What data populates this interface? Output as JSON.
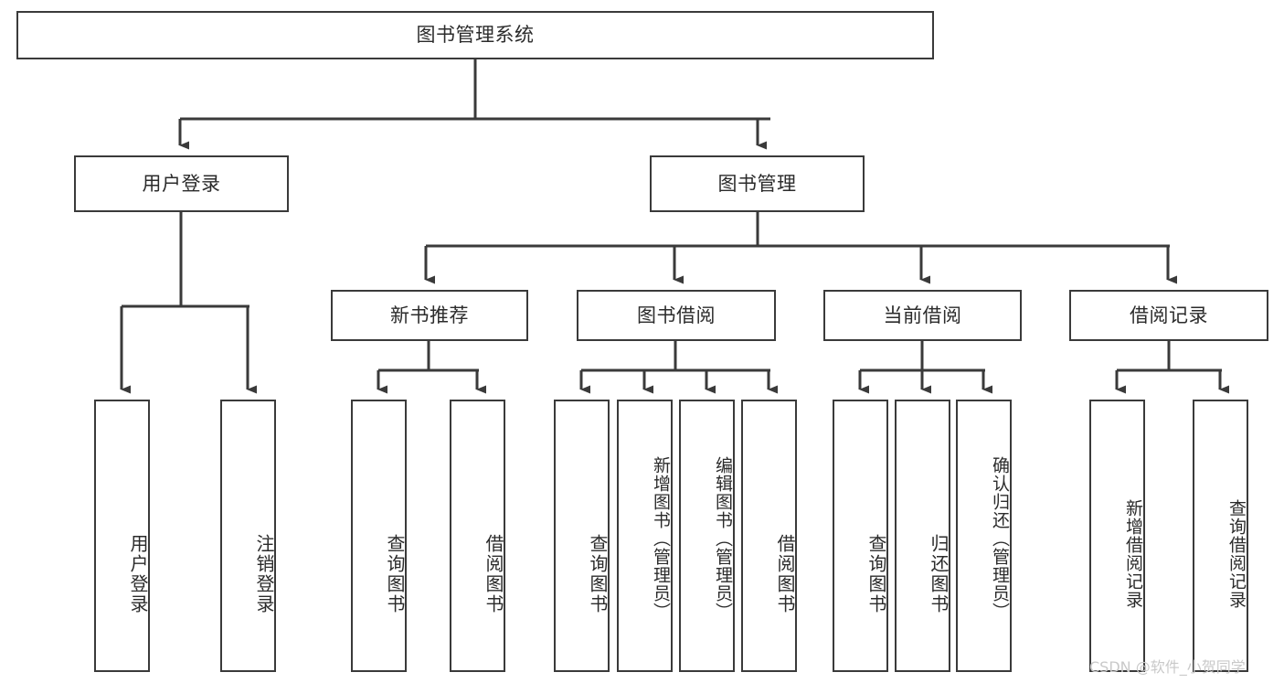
{
  "diagram": {
    "type": "tree-hierarchy-chart",
    "title": "图书管理系统",
    "stroke_color": "#3a3a3a",
    "background_color": "#ffffff",
    "text_color": "#2b2b2b",
    "levels": {
      "root": {
        "label": "图书管理系统"
      },
      "level2": [
        {
          "label": "用户登录"
        },
        {
          "label": "图书管理"
        }
      ],
      "level3": [
        {
          "label": "新书推荐"
        },
        {
          "label": "图书借阅"
        },
        {
          "label": "当前借阅"
        },
        {
          "label": "借阅记录"
        }
      ],
      "leaves": [
        {
          "label": "用户登录",
          "parent": "用户登录"
        },
        {
          "label": "注销登录",
          "parent": "用户登录"
        },
        {
          "label": "查询图书",
          "parent": "新书推荐"
        },
        {
          "label": "借阅图书",
          "parent": "新书推荐"
        },
        {
          "label": "查询图书",
          "parent": "图书借阅"
        },
        {
          "label": "新增图书（管理员）",
          "parent": "图书借阅"
        },
        {
          "label": "编辑图书（管理员）",
          "parent": "图书借阅"
        },
        {
          "label": "借阅图书",
          "parent": "图书借阅"
        },
        {
          "label": "查询图书",
          "parent": "当前借阅"
        },
        {
          "label": "归还图书",
          "parent": "当前借阅"
        },
        {
          "label": "确认归还（管理员）",
          "parent": "当前借阅"
        },
        {
          "label": "新增借阅记录",
          "parent": "借阅记录"
        },
        {
          "label": "查询借阅记录",
          "parent": "借阅记录"
        }
      ]
    }
  },
  "watermark": {
    "text": "CSDN @软件_小贺同学"
  }
}
